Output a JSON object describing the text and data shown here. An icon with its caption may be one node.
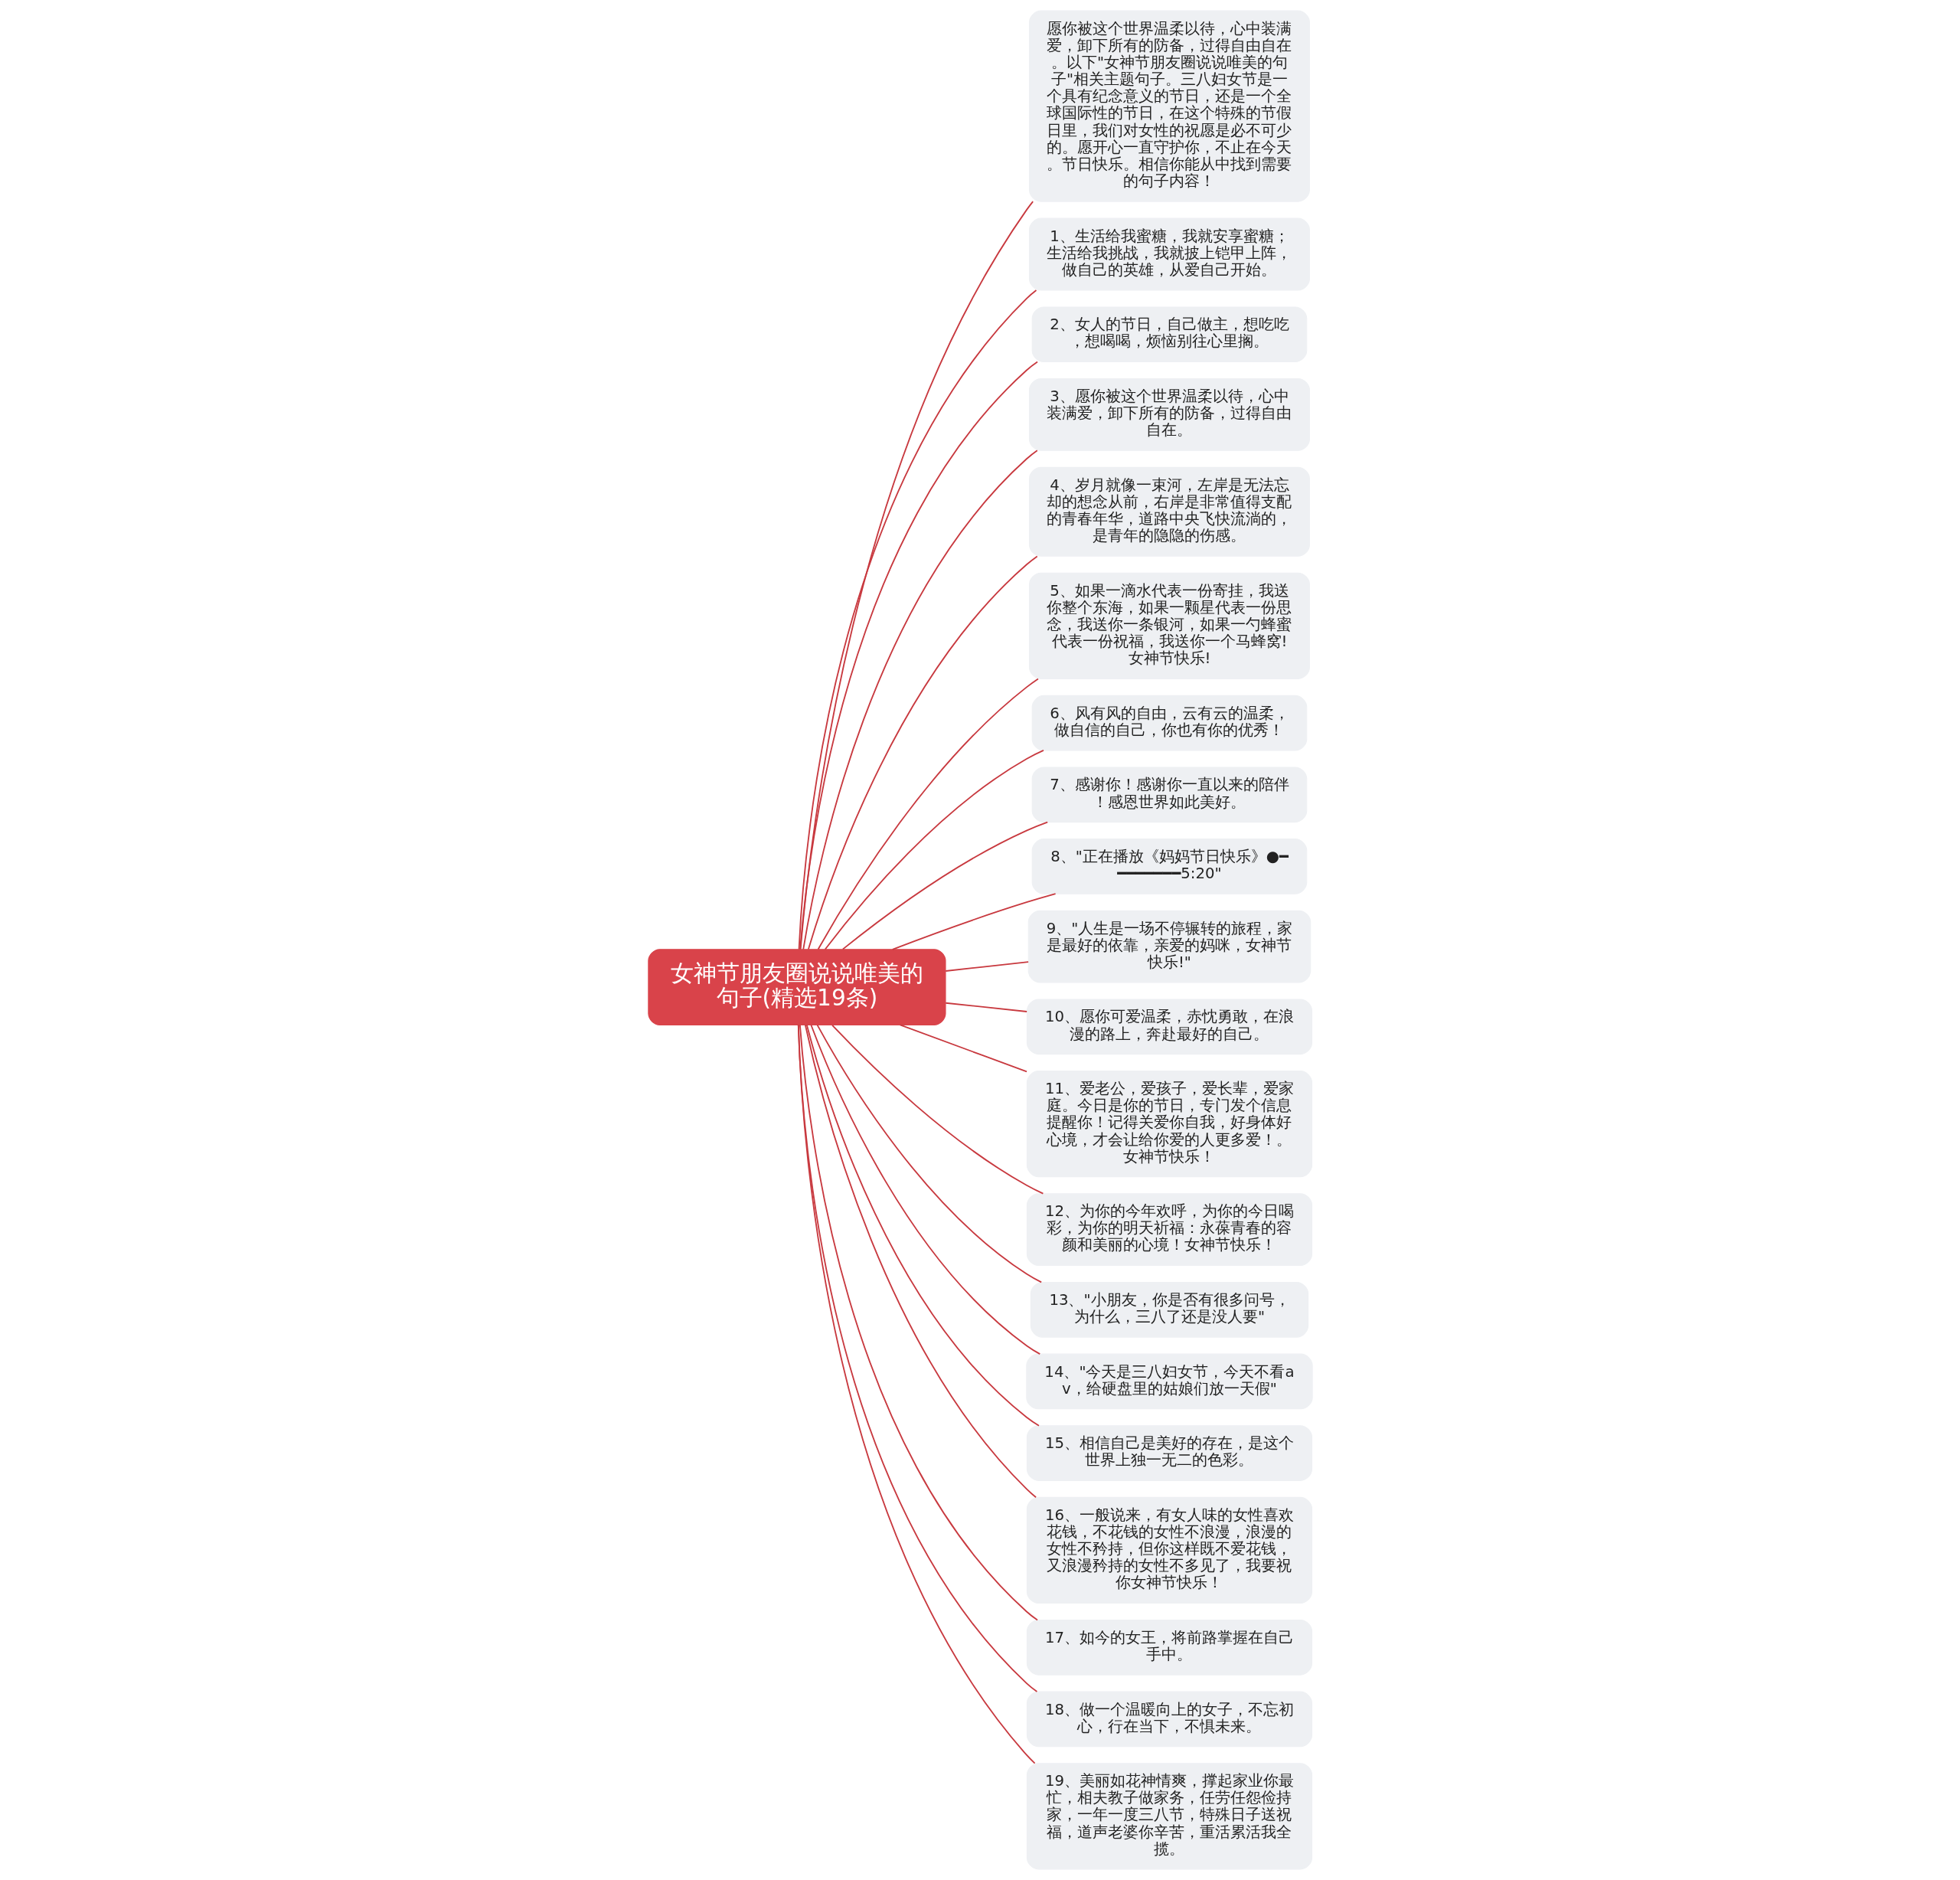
{
  "diagram": {
    "nodes": [
      {
        "text": [
          "女神节朋友圈说说唯美的句子(精选19条)"
        ]
      },
      {
        "text": [
          "愿你被这个世界温柔以待，心中装满爱，卸下所有的防备，过得自由自在。以下\"女神节朋友圈说说唯美的句子\"相关主题句子。三八妇女节是一个具有纪念意义的节日，还是一个全球国际性的节日，在这个特殊的节假日里，我们对女性的祝愿是必不可少的。愿开心一直守护你，不止在今天。节日快乐。相信你能从中找到需要的句子内容！"
        ]
      },
      {
        "text": [
          "1、生活给我蜜糖，我就安享蜜糖；生活给我挑战，我就披上铠甲上阵，做自己的英雄，从爱自己开始。"
        ]
      },
      {
        "text": [
          "2、女人的节日，自己做主，想吃吃，想喝喝，烦恼别往心里搁。"
        ]
      },
      {
        "text": [
          "3、愿你被这个世界温柔以待，心中装满爱，卸下所有的防备，过得自由自在。"
        ]
      },
      {
        "text": [
          "4、岁月就像一束河，左岸是无法忘却的想念从前，右岸是非常值得支配的青春年华，道路中央飞快流淌的，是青年的隐隐的伤感。"
        ]
      },
      {
        "text": [
          "5、如果一滴水代表一份寄挂，我送你整个东海，如果一颗星代表一份思念，我送你一条银河，如果一勺蜂蜜代表一份祝福，我送你一个马蜂窝!女神节快乐!"
        ]
      },
      {
        "text": [
          "6、风有风的自由，云有云的温柔，做自信的自己，你也有你的优秀！"
        ]
      },
      {
        "text": [
          "7、感谢你！感谢你一直以来的陪伴！感恩世界如此美好。"
        ]
      },
      {
        "text": [
          "8、\"正在播放《妈妈节日快乐》●━━━━━━━━5:20\""
        ]
      },
      {
        "text": [
          "9、\"人生是一场不停辗转的旅程，家是最好的依靠，亲爱的妈咪，女神节快乐!\""
        ]
      },
      {
        "text": [
          "10、愿你可爱温柔，赤忱勇敢，在浪漫的路上，奔赴最好的自己。"
        ]
      },
      {
        "text": [
          "11、爱老公，爱孩子，爱长辈，爱家庭。今日是你的节日，专门发个信息提醒你！记得关爱你自我，好身体好心境，才会让给你爱的人更多爱！。女神节快乐！"
        ]
      },
      {
        "text": [
          "12、为你的今年欢呼，为你的今日喝彩，为你的明天祈福：永葆青春的容颜和美丽的心境！女神节快乐！"
        ]
      },
      {
        "text": [
          "13、\"小朋友，你是否有很多问号，为什么，三八了还是没人要\""
        ]
      },
      {
        "text": [
          "14、\"今天是三八妇女节，今天不看av，给硬盘里的姑娘们放一天假\""
        ]
      },
      {
        "text": [
          "15、相信自己是美好的存在，是这个世界上独一无二的色彩。"
        ]
      },
      {
        "text": [
          "16、一般说来，有女人味的女性喜欢花钱，不花钱的女性不浪漫，浪漫的女性不矜持，但你这样既不爱花钱，又浪漫矜持的女性不多见了，我要祝你女神节快乐！"
        ]
      },
      {
        "text": [
          "17、如今的女王，将前路掌握在自己手中。"
        ]
      },
      {
        "text": [
          "18、做一个温暖向上的女子，不忘初心，行在当下，不惧未来。"
        ]
      },
      {
        "text": [
          "19、美丽如花神情爽，撑起家业你最忙，相夫教子做家务，任劳任怨俭持家，一年一度三八节，特殊日子送祝福，道声老婆你辛苦，重活累活我全揽。"
        ]
      }
    ],
    "edges": [
      {
        "from": 0,
        "to": 1,
        "arrow": "none"
      },
      {
        "from": 0,
        "to": 2,
        "arrow": "none"
      },
      {
        "from": 0,
        "to": 3,
        "arrow": "none"
      },
      {
        "from": 0,
        "to": 4,
        "arrow": "none"
      },
      {
        "from": 0,
        "to": 5,
        "arrow": "none"
      },
      {
        "from": 0,
        "to": 6,
        "arrow": "none"
      },
      {
        "from": 0,
        "to": 7,
        "arrow": "none"
      },
      {
        "from": 0,
        "to": 8,
        "arrow": "none"
      },
      {
        "from": 0,
        "to": 9,
        "arrow": "none"
      },
      {
        "from": 0,
        "to": 10,
        "arrow": "none"
      },
      {
        "from": 0,
        "to": 11,
        "arrow": "none"
      },
      {
        "from": 0,
        "to": 12,
        "arrow": "none"
      },
      {
        "from": 0,
        "to": 13,
        "arrow": "none"
      },
      {
        "from": 0,
        "to": 14,
        "arrow": "none"
      },
      {
        "from": 0,
        "to": 15,
        "arrow": "none"
      },
      {
        "from": 0,
        "to": 16,
        "arrow": "none"
      },
      {
        "from": 0,
        "to": 17,
        "arrow": "none"
      },
      {
        "from": 0,
        "to": 18,
        "arrow": "none"
      },
      {
        "from": 0,
        "to": 19,
        "arrow": "none"
      },
      {
        "from": 0,
        "to": 20,
        "arrow": "none"
      }
    ]
  }
}
